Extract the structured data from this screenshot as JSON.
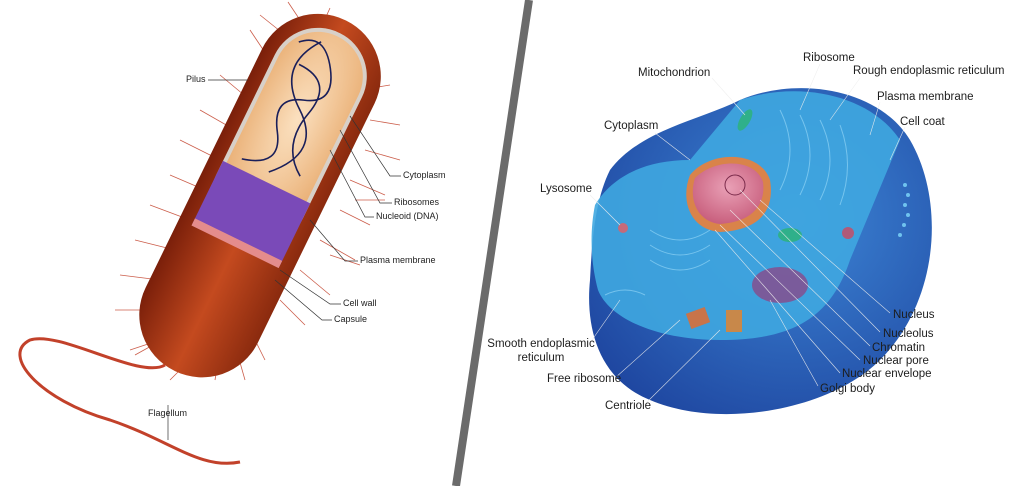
{
  "prokaryote": {
    "labels": {
      "pilus": "Pilus",
      "cytoplasm": "Cytoplasm",
      "ribosomes": "Ribosomes",
      "nucleoid": "Nucleoid (DNA)",
      "plasma_membrane": "Plasma membrane",
      "cell_wall": "Cell wall",
      "capsule": "Capsule",
      "flagellum": "Flagellum"
    }
  },
  "eukaryote": {
    "labels": {
      "ribosome": "Ribosome",
      "mitochondrion": "Mitochondrion",
      "rough_er": "Rough endoplasmic reticulum",
      "plasma_membrane": "Plasma membrane",
      "cell_coat": "Cell coat",
      "cytoplasm": "Cytoplasm",
      "lysosome": "Lysosome",
      "nucleus": "Nucleus",
      "nucleolus": "Nucleolus",
      "chromatin": "Chromatin",
      "nuclear_pore": "Nuclear pore",
      "nuclear_envelope": "Nuclear envelope",
      "golgi_body": "Golgi body",
      "smooth_er_line1": "Smooth endoplasmic",
      "smooth_er_line2": "reticulum",
      "free_ribosome": "Free ribosome",
      "centriole": "Centriole"
    }
  },
  "colors": {
    "divider": "#6b6b6b",
    "capsule": "#b8401c",
    "cell_blue": "#2a5fb8",
    "cytoplasm_light": "#3fa7e0"
  }
}
